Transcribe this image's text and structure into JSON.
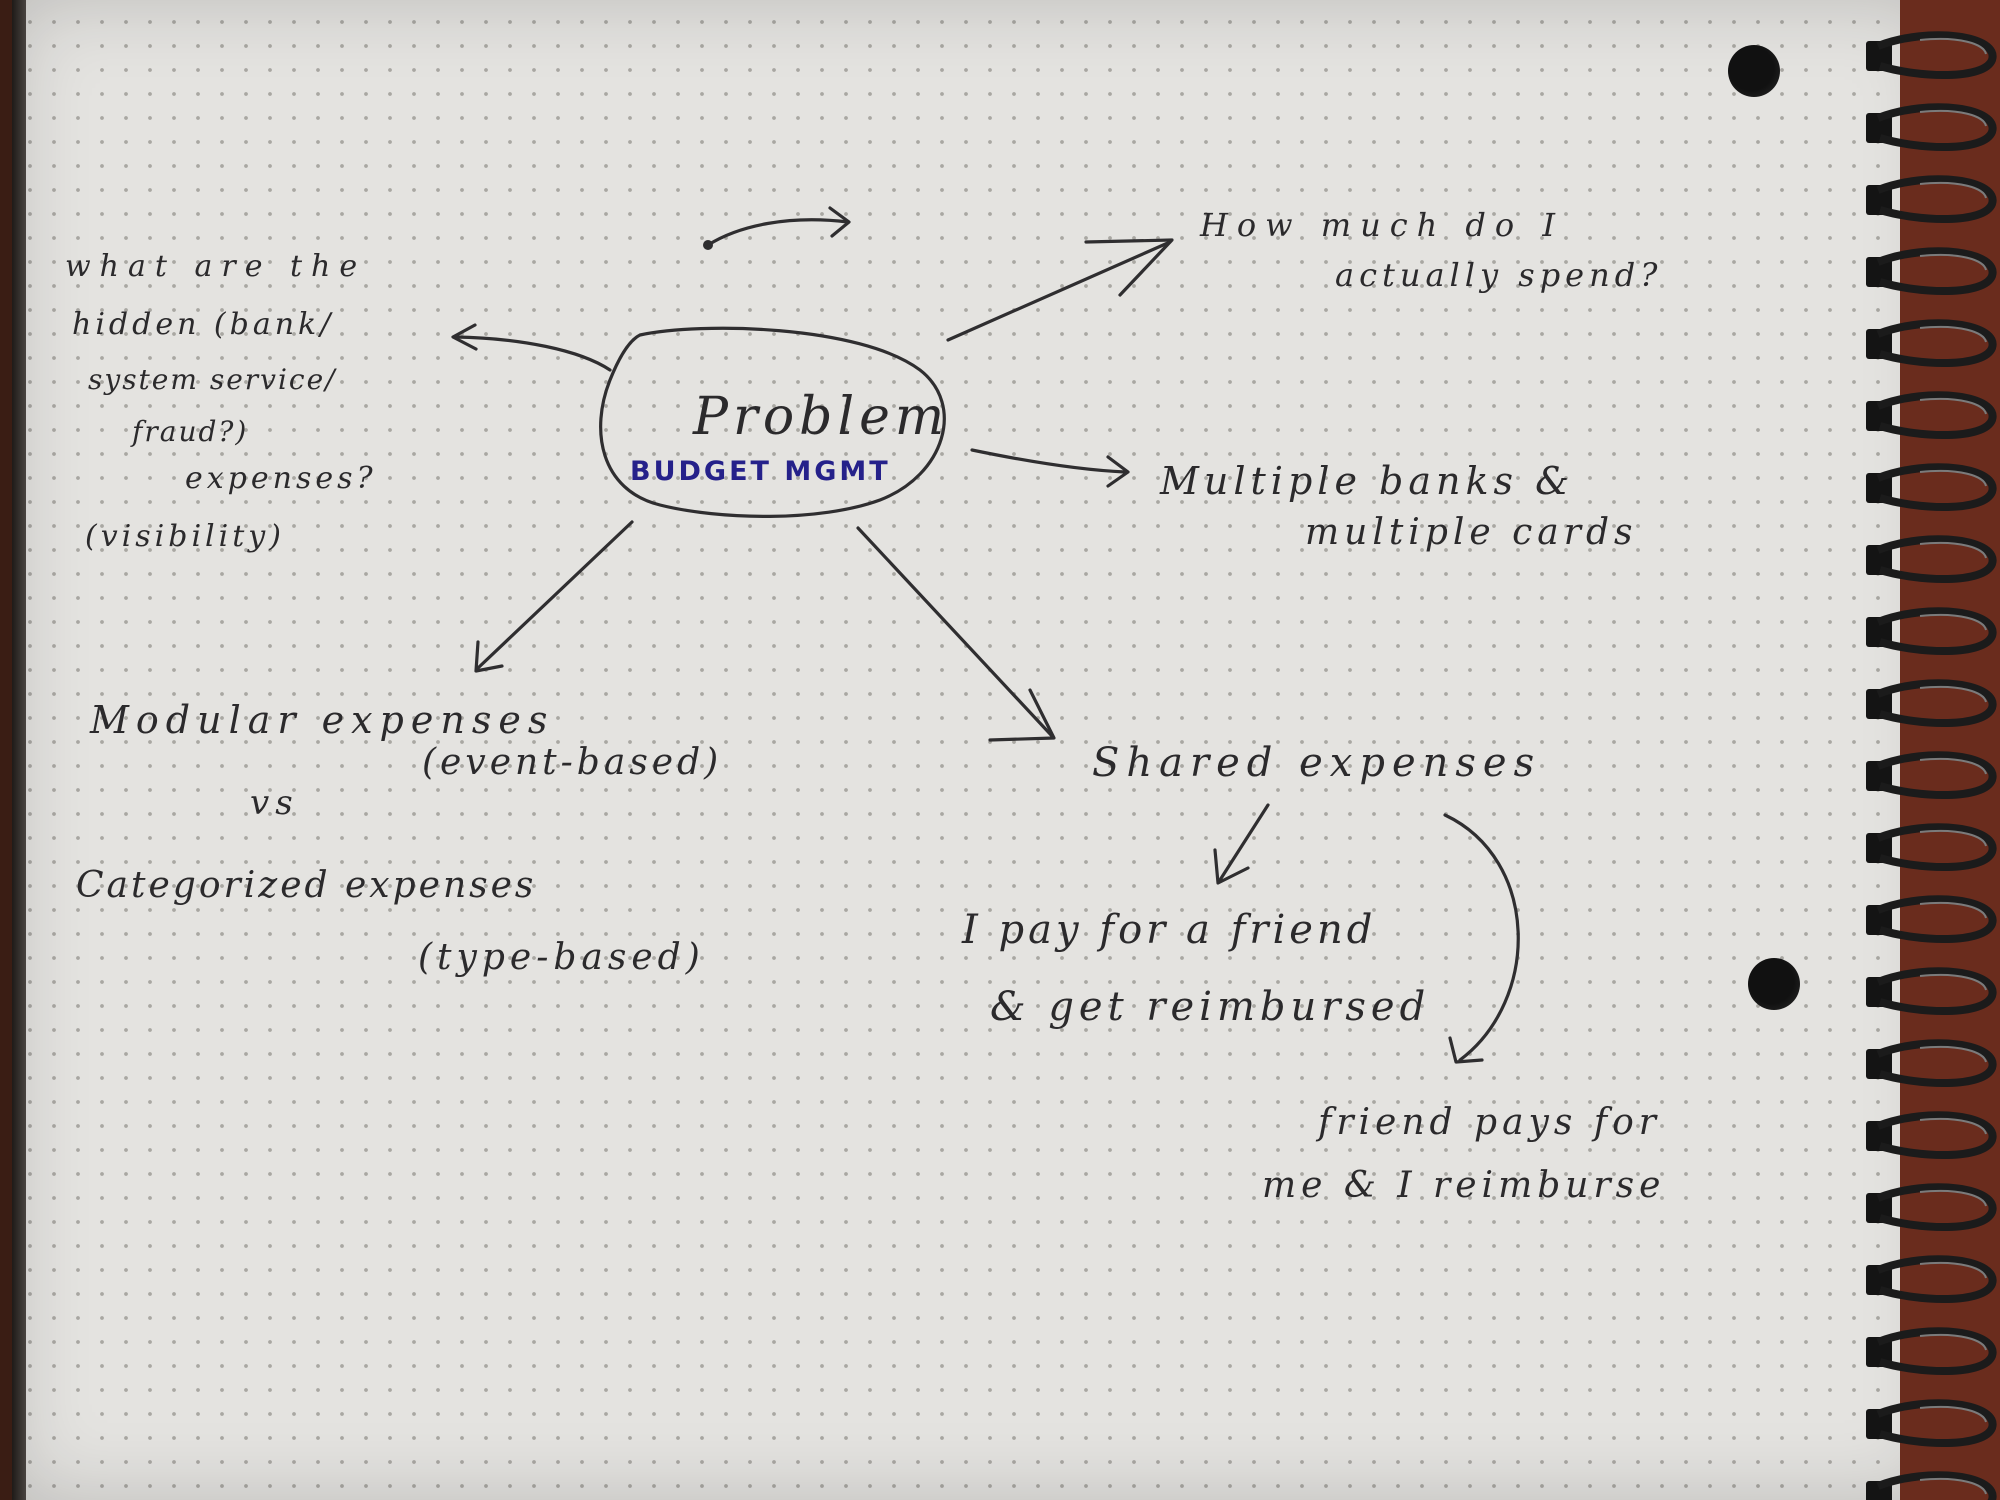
{
  "center": {
    "title": "Problem",
    "subtitle": "BUDGET MGMT"
  },
  "nodes": {
    "hidden_expenses": {
      "line1": "what are the",
      "line2": "hidden (bank/",
      "line3": "system service/",
      "line4": "fraud?)",
      "line5": "expenses?",
      "line6": "(visibility)"
    },
    "actual_spend": {
      "line1": "How much do I",
      "line2": "actually spend?"
    },
    "multiple_banks": {
      "line1": "Multiple banks &",
      "line2": "multiple cards"
    },
    "modular_vs_categorized": {
      "line1": "Modular expenses",
      "line2": "(event-based)",
      "line3": "vs",
      "line4": "Categorized expenses",
      "line5": "(type-based)"
    },
    "shared_expenses": {
      "label": "Shared expenses"
    },
    "i_pay": {
      "line1": "I pay for a friend",
      "line2": "& get reimbursed"
    },
    "friend_pays": {
      "line1": "friend pays for",
      "line2": "me & I reimburse"
    }
  },
  "colors": {
    "ink": "#2f2e30",
    "highlight_ink": "#25218a",
    "paper": "#e4e3e0"
  }
}
